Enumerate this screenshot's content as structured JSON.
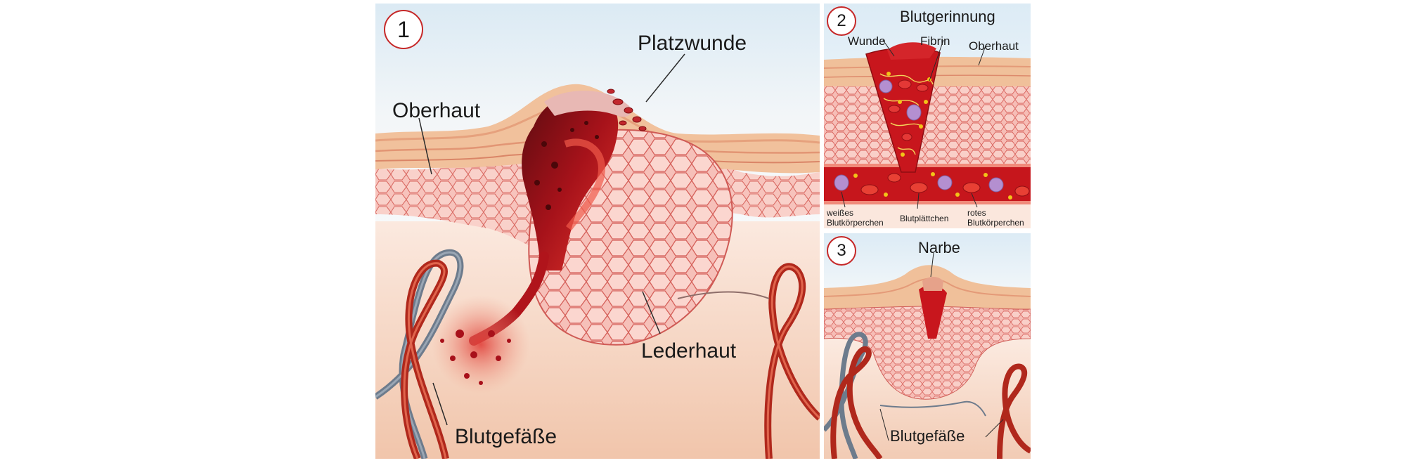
{
  "panel1": {
    "number": "1",
    "labels": {
      "platzwunde": "Platzwunde",
      "oberhaut": "Oberhaut",
      "lederhaut": "Lederhaut",
      "blutgefaesse": "Blutgefäße"
    }
  },
  "panel2": {
    "number": "2",
    "title": "Blutgerinnung",
    "labels": {
      "wunde": "Wunde",
      "fibrin": "Fibrin",
      "oberhaut": "Oberhaut",
      "weisses_line1": "weißes",
      "weisses_line2": "Blutkörperchen",
      "blutplaettchen": "Blutplättchen",
      "rotes_line1": "rotes",
      "rotes_line2": "Blutkörperchen"
    }
  },
  "panel3": {
    "number": "3",
    "labels": {
      "narbe": "Narbe",
      "blutgefaesse": "Blutgefäße"
    }
  },
  "colors": {
    "skin_top": "#f2c7a2",
    "cells": "#f6b9b3",
    "cell_lines": "#d9645f",
    "blood": "#c41a1a",
    "dark_blood": "#6e0f12",
    "vessel_red": "#c3321f",
    "vessel_grey": "#6d7b8c",
    "badge_ring": "#c62828"
  }
}
